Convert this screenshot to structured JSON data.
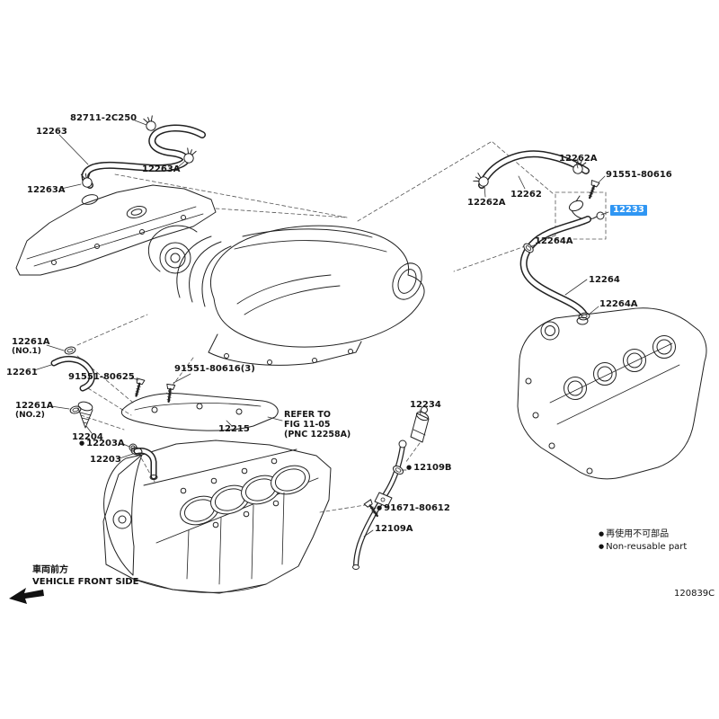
{
  "figure": {
    "code": "120839C"
  },
  "colors": {
    "highlight": "#2f96f3",
    "line": "#222222"
  },
  "legend": {
    "bullet": "●",
    "jp": "再使用不可部品",
    "en": "Non-reusable part"
  },
  "orientation": {
    "jp": "車両前方",
    "en": "VEHICLE FRONT SIDE"
  },
  "refer_note": {
    "line1": "REFER TO",
    "line2": "FIG 11-05",
    "line3": "(PNC 12258A)"
  },
  "labels": [
    {
      "text": "82711-2C250"
    },
    {
      "text": "12263"
    },
    {
      "text": "12263A"
    },
    {
      "text": "12263A"
    },
    {
      "text": "12262A"
    },
    {
      "text": "91551-80616"
    },
    {
      "text": "12262"
    },
    {
      "text": "12262A"
    },
    {
      "text": "12233",
      "highlighted": true
    },
    {
      "text": "12264A"
    },
    {
      "text": "12264"
    },
    {
      "text": "12264A"
    },
    {
      "text": "12261A",
      "note": "(NO.1)"
    },
    {
      "text": "12261"
    },
    {
      "text": "91551-80625"
    },
    {
      "text": "91551-80616(3)"
    },
    {
      "text": "12261A",
      "note": "(NO.2)"
    },
    {
      "text": "12204"
    },
    {
      "text": "12203A",
      "bullet": "●"
    },
    {
      "text": "12203"
    },
    {
      "text": "12215"
    },
    {
      "text": "12234"
    },
    {
      "text": "12109B",
      "bullet": "●"
    },
    {
      "text": "91671-80612",
      "bullet": "●"
    },
    {
      "text": "12109A"
    }
  ]
}
